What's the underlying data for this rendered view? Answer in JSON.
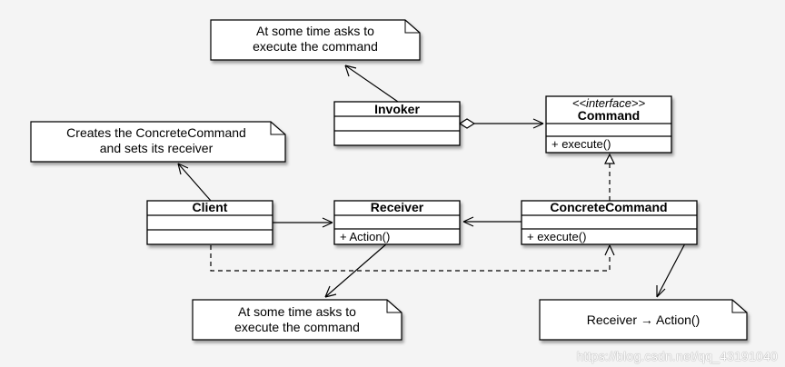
{
  "classes": {
    "invoker": {
      "name": "Invoker"
    },
    "command": {
      "stereotype": "<<interface>>",
      "name": "Command",
      "method": "+ execute()"
    },
    "client": {
      "name": "Client"
    },
    "receiver": {
      "name": "Receiver",
      "method": "+ Action()"
    },
    "concrete_command": {
      "name": "ConcreteCommand",
      "method": "+ execute()"
    }
  },
  "notes": {
    "invoker_note": {
      "line1": "At some time asks to",
      "line2": "execute the command"
    },
    "client_note": {
      "line1": "Creates the ConcreteCommand",
      "line2": "and sets its receiver"
    },
    "receiver_note": {
      "line1": "At some time asks to",
      "line2": "execute the command"
    },
    "concrete_note": {
      "line1": "Receiver → Action()"
    }
  },
  "watermark": "https://blog.csdn.net/qq_43191040"
}
